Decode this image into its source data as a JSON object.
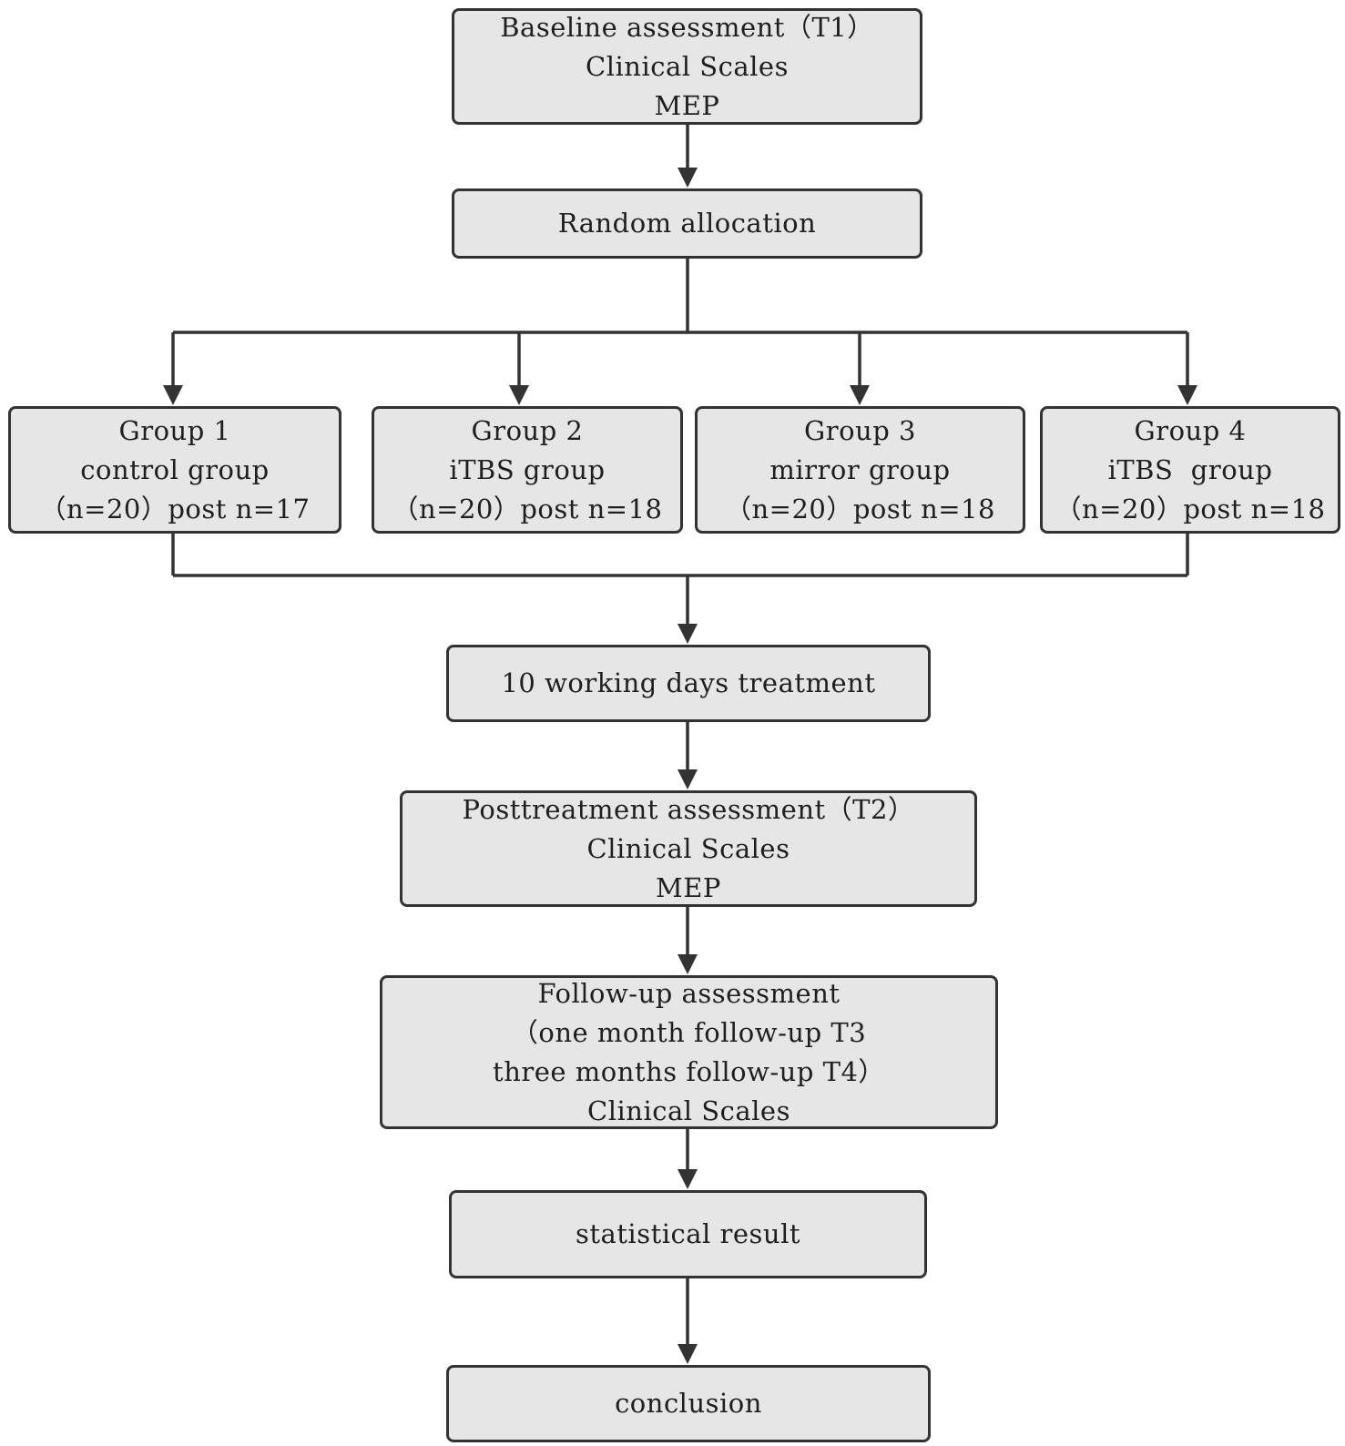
{
  "boxes": {
    "baseline": {
      "lines": [
        "Baseline assessment（T1）",
        "Clinical Scales",
        "MEP"
      ]
    },
    "random": {
      "lines": [
        "Random allocation"
      ]
    },
    "group1": {
      "lines": [
        "Group 1",
        "control group",
        "（n=20）post n=17"
      ]
    },
    "group2": {
      "lines": [
        "Group 2",
        "iTBS group",
        "（n=20）post n=18"
      ]
    },
    "group3": {
      "lines": [
        "Group 3",
        "mirror group",
        "（n=20）post n=18"
      ]
    },
    "group4": {
      "lines": [
        "Group 4",
        "iTBS  group",
        "（n=20）post n=18"
      ]
    },
    "treatment": {
      "lines": [
        "10 working days treatment"
      ]
    },
    "posttreatment": {
      "lines": [
        "Posttreatment assessment（T2）",
        "Clinical Scales",
        "MEP"
      ]
    },
    "followup": {
      "lines": [
        "Follow-up assessment",
        "（one month follow-up T3",
        "three months follow-up T4）",
        "Clinical Scales"
      ]
    },
    "statistical": {
      "lines": [
        "statistical result"
      ]
    },
    "conclusion": {
      "lines": [
        "conclusion"
      ]
    }
  },
  "colors": {
    "box_fill": "#e6e6e6",
    "box_border": "#333333",
    "connector": "#333333",
    "text": "#1f1f1f"
  }
}
